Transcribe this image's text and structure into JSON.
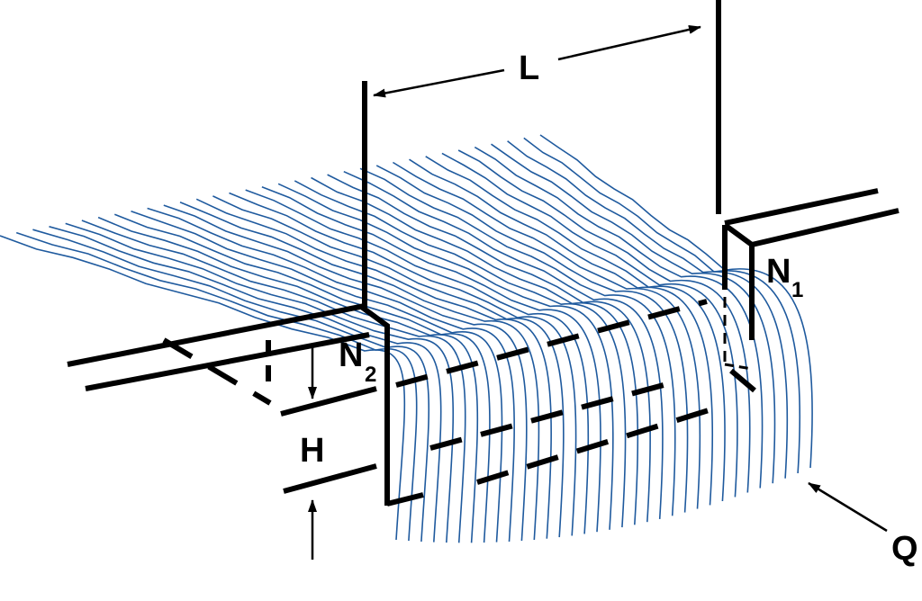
{
  "labels": {
    "length": "L",
    "head": "H",
    "discharge": "Q",
    "node1_main": "N",
    "node1_sub": "1",
    "node2_main": "N",
    "node2_sub": "2"
  },
  "colors": {
    "water": "#1f5a9e",
    "structure": "#000000",
    "background": "#ffffff"
  }
}
